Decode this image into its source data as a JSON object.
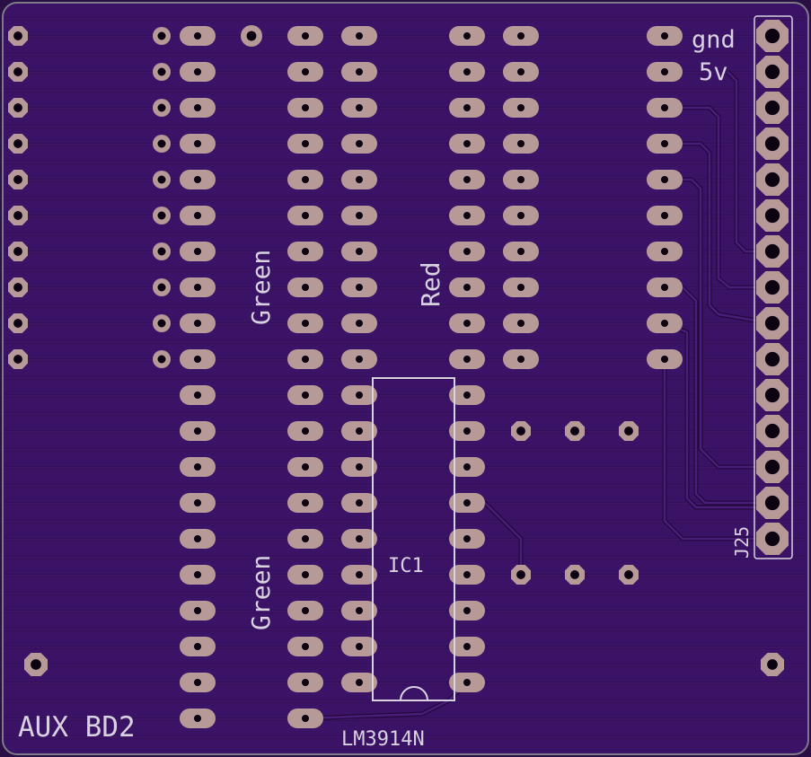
{
  "board": {
    "name": "AUX BD2",
    "colors": {
      "substrate": "#3b1366",
      "outline": "#7d7b88",
      "trace": "#4a1d7a",
      "trace_edge": "#24083d",
      "pad": "#b79a97",
      "drill": "#0b0212",
      "silkscreen": "#d8d2e0"
    }
  },
  "labels": {
    "net_gnd": "gnd",
    "net_5v": "5v",
    "green_top": "Green",
    "green_bottom": "Green",
    "red": "Red",
    "ic_ref": "IC1",
    "ic_part": "LM3914N",
    "connector_ref": "J25",
    "board_name": "AUX BD2"
  },
  "components": {
    "ic1": {
      "ref": "IC1",
      "part": "LM3914N",
      "pins": 18
    },
    "j25": {
      "ref": "J25",
      "pins": 15
    }
  }
}
